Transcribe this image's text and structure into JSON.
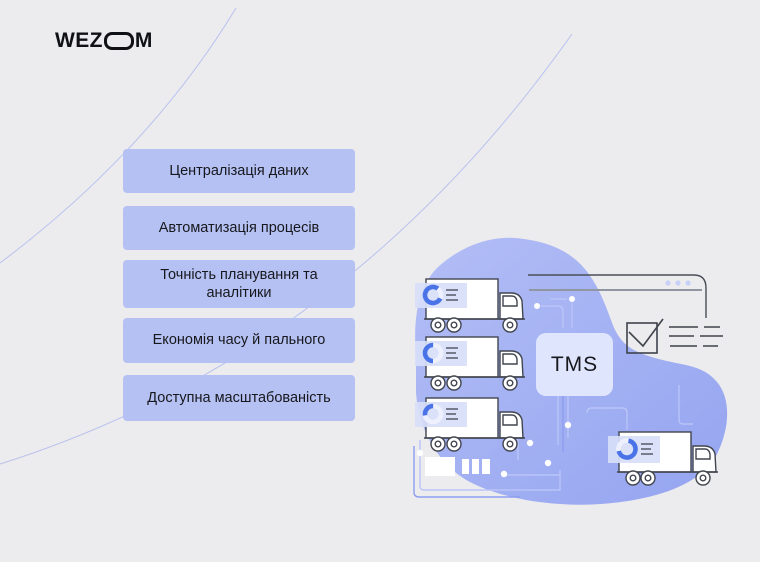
{
  "logo": {
    "prefix": "WEZ",
    "suffix": "M"
  },
  "benefits": {
    "items": [
      {
        "label": "Централізація даних"
      },
      {
        "label": "Автоматизація процесів"
      },
      {
        "label": "Точність планування та аналітики"
      },
      {
        "label": "Економія часу й пального"
      },
      {
        "label": "Доступна масштабованість"
      }
    ]
  },
  "illustration": {
    "tms_label": "TMS",
    "trucks": [
      {
        "name": "fleet-truck-1",
        "donut": {
          "fraction": 0.78,
          "rotate": 25
        }
      },
      {
        "name": "fleet-truck-2",
        "donut": {
          "fraction": 0.5,
          "rotate": 90
        }
      },
      {
        "name": "fleet-truck-3",
        "donut": {
          "fraction": 0.28,
          "rotate": 170
        }
      },
      {
        "name": "delivery-truck",
        "donut": {
          "fraction": 0.68,
          "rotate": -80
        }
      }
    ]
  },
  "colors": {
    "page_bg": "#ecebee",
    "button_bg": "#b5c1f3",
    "text_dark": "#17181d",
    "accent": "#4b73e8",
    "blob_top": "#b3bef6",
    "blob_bottom": "#94a4f0",
    "tms_bg": "#dfe5fc",
    "card_bg": "#d7def9",
    "outline": "#41454e",
    "circuit_light": "#b9c4f8",
    "circuit_dark": "#8d9ef0",
    "curve": "#b9c2ee"
  }
}
